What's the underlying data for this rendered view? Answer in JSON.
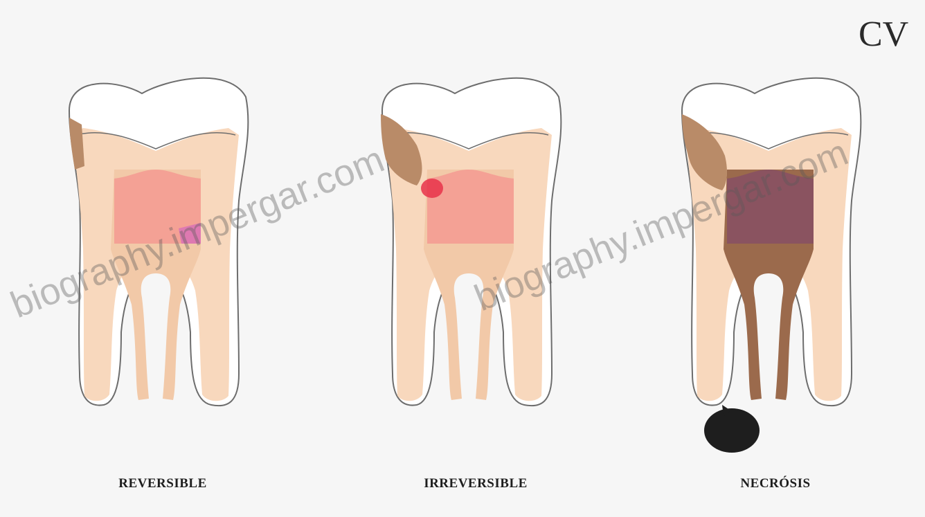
{
  "labels": {
    "stage_1": "REVERSIBLE",
    "stage_2": "IRREVERSIBLE",
    "stage_3": "NECRÓSIS"
  },
  "watermarks": [
    "biography.impergar.com",
    "biography.impergar.com"
  ],
  "logo": "CV",
  "colors": {
    "background": "#f6f6f6",
    "enamel": "#ffffff",
    "dentin": "#f8d8bd",
    "pulp_healthy": "#f4a195",
    "pulp_necrotic": "#8a5360",
    "caries": "#b98b68",
    "inflammation": "#e8334a",
    "abscess": "#1e1e1e",
    "outline": "#6d6d6d"
  }
}
